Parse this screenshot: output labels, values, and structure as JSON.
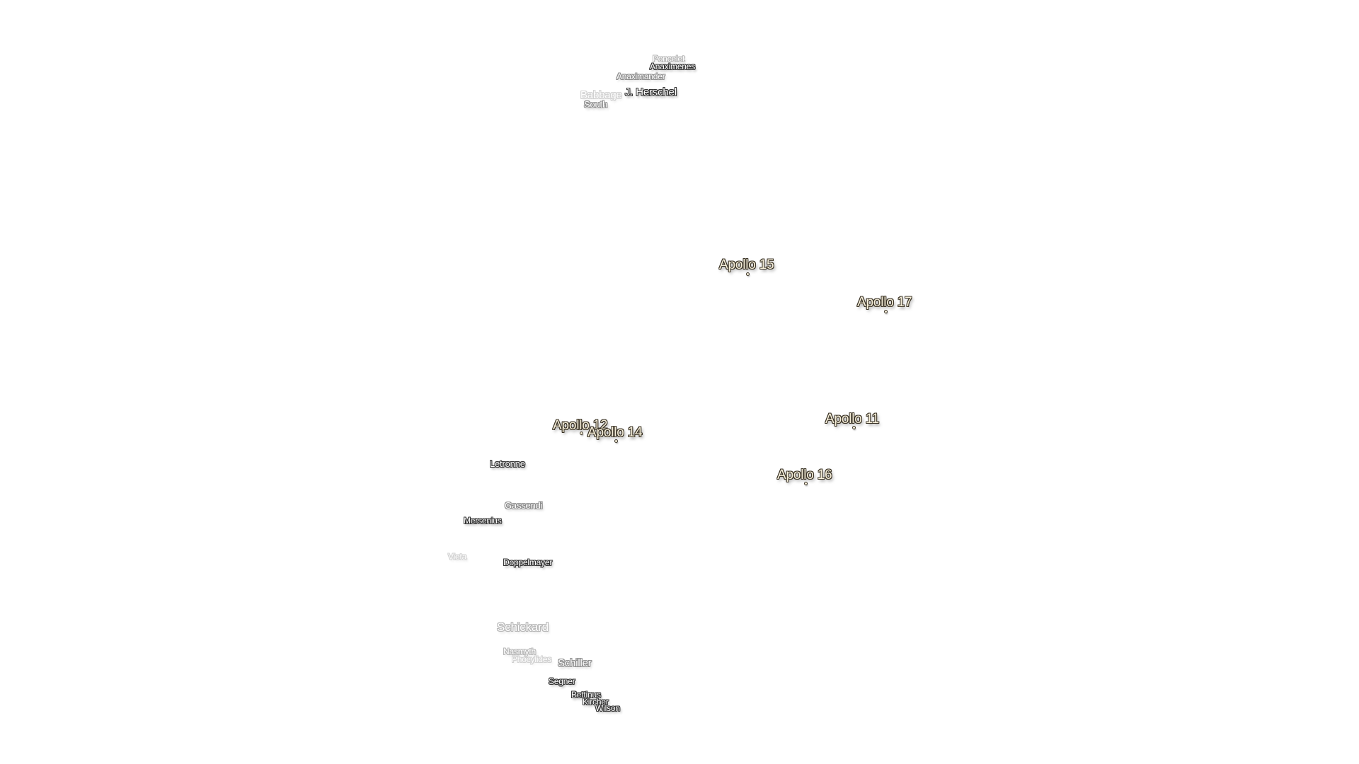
{
  "map": {
    "craters": [
      {
        "name": "Poncelet"
      },
      {
        "name": "Anaximenes"
      },
      {
        "name": "Anaximander"
      },
      {
        "name": "J. Herschel"
      },
      {
        "name": "Babbage"
      },
      {
        "name": "South"
      },
      {
        "name": "Letronne"
      },
      {
        "name": "Gassendi"
      },
      {
        "name": "Mersenius"
      },
      {
        "name": "Vieta"
      },
      {
        "name": "Doppelmayer"
      },
      {
        "name": "Schickard"
      },
      {
        "name": "Nasmyth"
      },
      {
        "name": "Phocylides"
      },
      {
        "name": "Schiller"
      },
      {
        "name": "Segner"
      },
      {
        "name": "Bettinus"
      },
      {
        "name": "Kircher"
      },
      {
        "name": "Wilson"
      }
    ],
    "apollo_sites": [
      {
        "name": "Apollo 15"
      },
      {
        "name": "Apollo 17"
      },
      {
        "name": "Apollo 12"
      },
      {
        "name": "Apollo 14"
      },
      {
        "name": "Apollo 11"
      },
      {
        "name": "Apollo 16"
      }
    ],
    "colors": {
      "background": "#ffffff",
      "crater_label": "#ffffff",
      "apollo_label": "#f6efda",
      "halo": "#333333"
    }
  }
}
